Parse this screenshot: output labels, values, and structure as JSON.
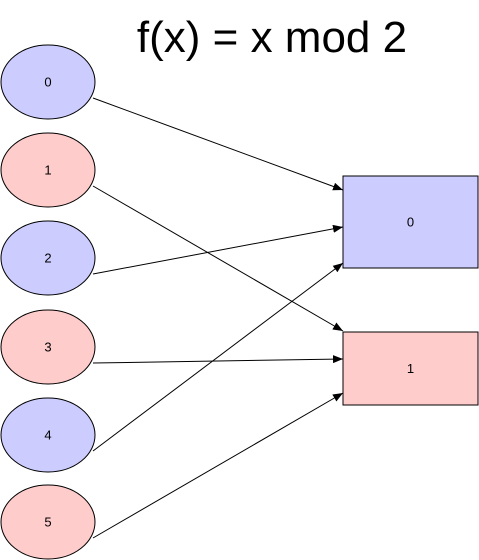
{
  "title": "f(x) = x mod 2",
  "colors": {
    "even_fill": "#ccccff",
    "odd_fill": "#ffcccc",
    "stroke": "#000000"
  },
  "domain": [
    {
      "id": "d0",
      "label": "0",
      "parity": "even"
    },
    {
      "id": "d1",
      "label": "1",
      "parity": "odd"
    },
    {
      "id": "d2",
      "label": "2",
      "parity": "even"
    },
    {
      "id": "d3",
      "label": "3",
      "parity": "odd"
    },
    {
      "id": "d4",
      "label": "4",
      "parity": "even"
    },
    {
      "id": "d5",
      "label": "5",
      "parity": "odd"
    }
  ],
  "codomain": [
    {
      "id": "c0",
      "label": "0",
      "parity": "even"
    },
    {
      "id": "c1",
      "label": "1",
      "parity": "odd"
    }
  ],
  "edges": [
    {
      "from": "d0",
      "to": "c0"
    },
    {
      "from": "d1",
      "to": "c1"
    },
    {
      "from": "d2",
      "to": "c0"
    },
    {
      "from": "d3",
      "to": "c1"
    },
    {
      "from": "d4",
      "to": "c0"
    },
    {
      "from": "d5",
      "to": "c1"
    }
  ]
}
